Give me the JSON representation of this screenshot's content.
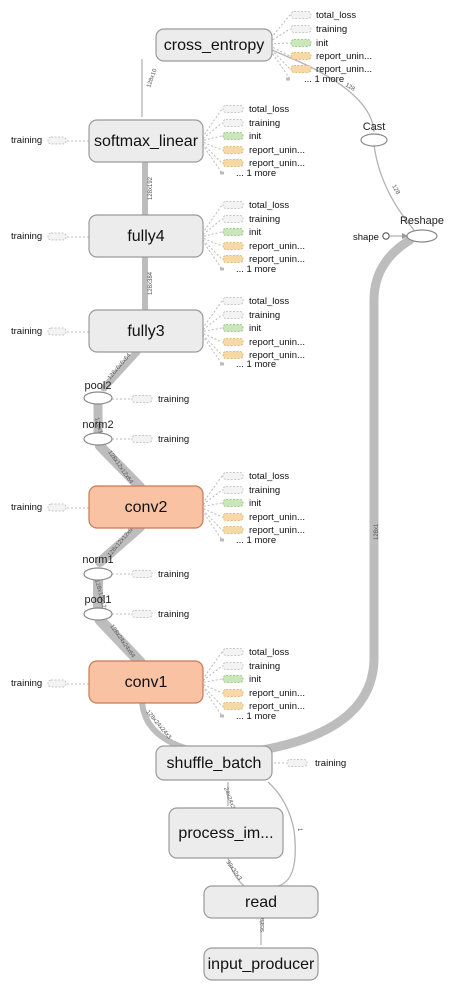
{
  "nodes": [
    {
      "id": "cross_entropy",
      "label": "cross_entropy",
      "type": "group"
    },
    {
      "id": "softmax_linear",
      "label": "softmax_linear",
      "type": "group"
    },
    {
      "id": "fully4",
      "label": "fully4",
      "type": "group"
    },
    {
      "id": "fully3",
      "label": "fully3",
      "type": "group"
    },
    {
      "id": "conv2",
      "label": "conv2",
      "type": "conv"
    },
    {
      "id": "conv1",
      "label": "conv1",
      "type": "conv"
    },
    {
      "id": "shuffle_batch",
      "label": "shuffle_batch",
      "type": "group"
    },
    {
      "id": "process_im",
      "label": "process_im...",
      "type": "group"
    },
    {
      "id": "read",
      "label": "read",
      "type": "group"
    },
    {
      "id": "input_producer",
      "label": "input_producer",
      "type": "group"
    }
  ],
  "ops": [
    {
      "id": "pool2",
      "label": "pool2"
    },
    {
      "id": "norm2",
      "label": "norm2"
    },
    {
      "id": "norm1",
      "label": "norm1"
    },
    {
      "id": "pool1",
      "label": "pool1"
    },
    {
      "id": "cast",
      "label": "Cast"
    },
    {
      "id": "reshape",
      "label": "Reshape"
    },
    {
      "id": "shape",
      "label": "shape"
    }
  ],
  "aux_outputs": {
    "items": [
      "total_loss",
      "training",
      "init",
      "report_unin...",
      "report_unin..."
    ],
    "more": "... 1 more",
    "training_label": "training"
  },
  "edge_labels": {
    "ce_softmax": "128x10",
    "softmax_fully4": "128x192",
    "fully4_fully3": "128x384",
    "fully3_pool2": "128x6x6x64",
    "pool2_norm2": "128x12x12x64",
    "norm2_conv2": "128x12x12x64",
    "conv2_norm1": "128x12x12x64",
    "norm1_pool1": "128x12x12x64",
    "pool1_conv1": "128x24x24x64",
    "conv1_shuffle": "128x24x24x3",
    "reshape_shuffle": "128x1",
    "cast_ce": "128",
    "cast_reshape": "128",
    "shuffle_process": "24x24x3",
    "process_read": "32x32x3",
    "read_shuffle": "1",
    "input_read": "scalar"
  },
  "colors": {
    "node_fill": "#ececec",
    "conv_fill": "#f8c2a3",
    "init_fill": "#c9e7b9",
    "report_fill": "#f6d9a6"
  }
}
